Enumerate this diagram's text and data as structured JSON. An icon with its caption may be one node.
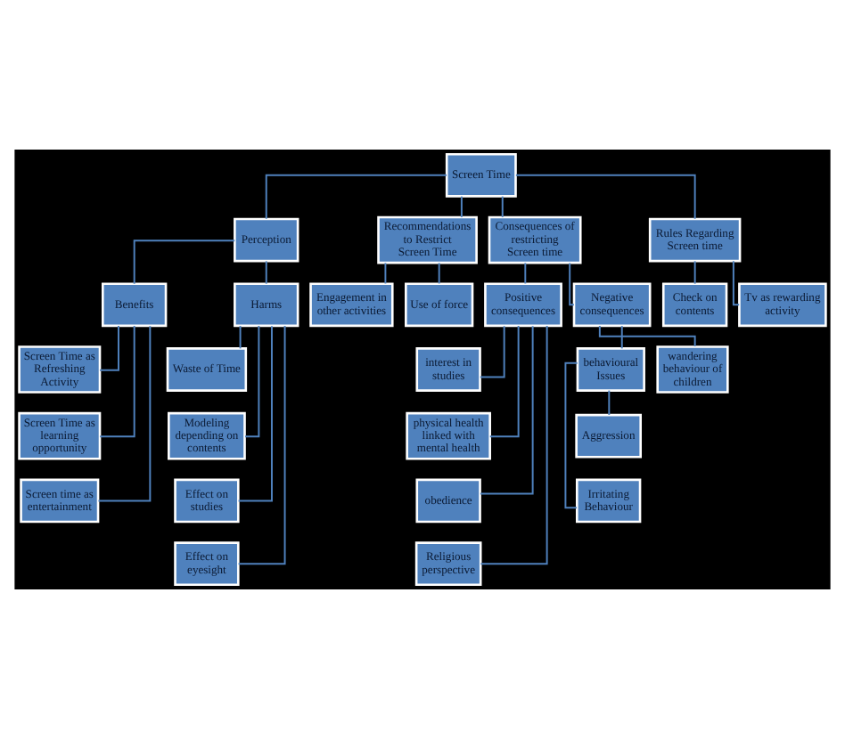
{
  "diagram": {
    "nodes": [
      {
        "text": [
          "Screen Time"
        ]
      },
      {
        "text": [
          "Perception"
        ]
      },
      {
        "text": [
          "Recommendations to Restrict Screen Time"
        ]
      },
      {
        "text": [
          "Consequences of restricting Screen time"
        ]
      },
      {
        "text": [
          "Rules Regarding Screen time"
        ]
      },
      {
        "text": [
          "Benefits"
        ]
      },
      {
        "text": [
          "Harms"
        ]
      },
      {
        "text": [
          "Engagement in other activities"
        ]
      },
      {
        "text": [
          "Use of force"
        ]
      },
      {
        "text": [
          "Positive consequences"
        ]
      },
      {
        "text": [
          "Negative consequences"
        ]
      },
      {
        "text": [
          "Check on contents"
        ]
      },
      {
        "text": [
          "Tv as rewarding activity"
        ]
      },
      {
        "text": [
          "Screen Time as Refreshing Activity"
        ]
      },
      {
        "text": [
          "Screen Time as learning opportunity"
        ]
      },
      {
        "text": [
          "Screen time as entertainment"
        ]
      },
      {
        "text": [
          "Waste of Time"
        ]
      },
      {
        "text": [
          "Modeling depending on contents"
        ]
      },
      {
        "text": [
          "Effect on studies"
        ]
      },
      {
        "text": [
          "Effect on eyesight"
        ]
      },
      {
        "text": [
          "interest in studies"
        ]
      },
      {
        "text": [
          "physical health linked with mental health"
        ]
      },
      {
        "text": [
          "obedience"
        ]
      },
      {
        "text": [
          "Religious perspective"
        ]
      },
      {
        "text": [
          "behavioural Issues"
        ]
      },
      {
        "text": [
          "wandering behaviour of children"
        ]
      },
      {
        "text": [
          "Aggression"
        ]
      },
      {
        "text": [
          "Irritating Behaviour"
        ]
      }
    ],
    "edges": [
      {
        "from": 0,
        "to": 1,
        "arrow": "none"
      },
      {
        "from": 0,
        "to": 2,
        "arrow": "none"
      },
      {
        "from": 0,
        "to": 3,
        "arrow": "none"
      },
      {
        "from": 0,
        "to": 4,
        "arrow": "none"
      },
      {
        "from": 1,
        "to": 5,
        "arrow": "none"
      },
      {
        "from": 1,
        "to": 6,
        "arrow": "none"
      },
      {
        "from": 2,
        "to": 7,
        "arrow": "none"
      },
      {
        "from": 2,
        "to": 8,
        "arrow": "none"
      },
      {
        "from": 3,
        "to": 9,
        "arrow": "none"
      },
      {
        "from": 3,
        "to": 10,
        "arrow": "none"
      },
      {
        "from": 4,
        "to": 11,
        "arrow": "none"
      },
      {
        "from": 4,
        "to": 12,
        "arrow": "none"
      },
      {
        "from": 5,
        "to": 13,
        "arrow": "none"
      },
      {
        "from": 5,
        "to": 14,
        "arrow": "none"
      },
      {
        "from": 5,
        "to": 15,
        "arrow": "none"
      },
      {
        "from": 6,
        "to": 16,
        "arrow": "none"
      },
      {
        "from": 6,
        "to": 17,
        "arrow": "none"
      },
      {
        "from": 6,
        "to": 18,
        "arrow": "none"
      },
      {
        "from": 6,
        "to": 19,
        "arrow": "none"
      },
      {
        "from": 9,
        "to": 20,
        "arrow": "none"
      },
      {
        "from": 9,
        "to": 21,
        "arrow": "none"
      },
      {
        "from": 9,
        "to": 22,
        "arrow": "none"
      },
      {
        "from": 9,
        "to": 23,
        "arrow": "none"
      },
      {
        "from": 10,
        "to": 24,
        "arrow": "none"
      },
      {
        "from": 10,
        "to": 25,
        "arrow": "none"
      },
      {
        "from": 24,
        "to": 26,
        "arrow": "none"
      },
      {
        "from": 24,
        "to": 27,
        "arrow": "none"
      }
    ]
  }
}
